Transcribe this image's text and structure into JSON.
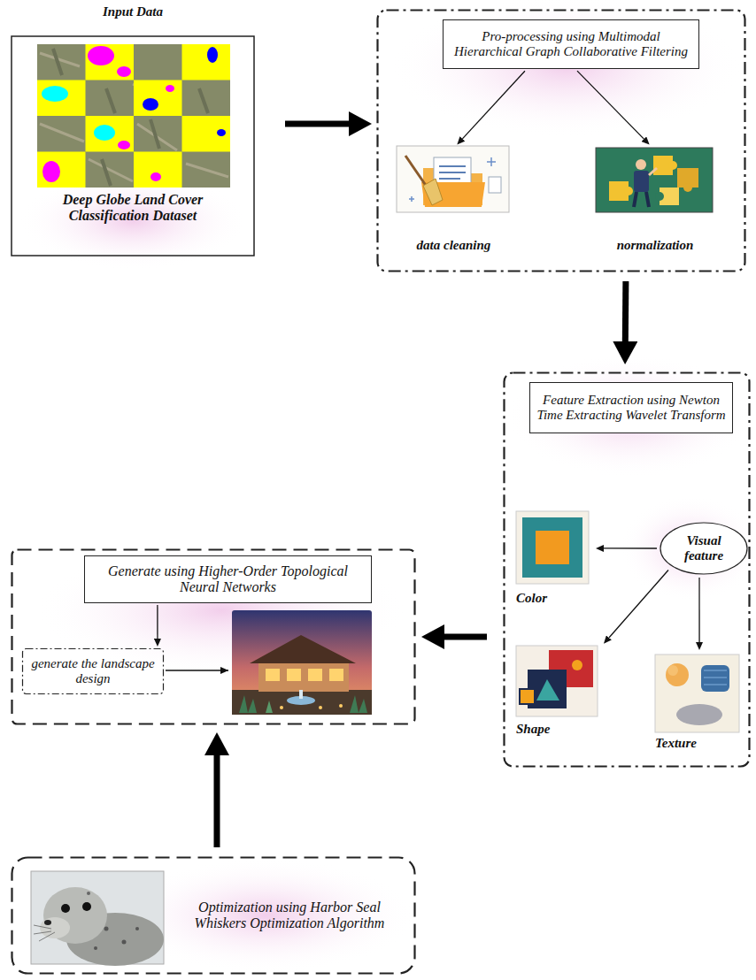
{
  "diagram": {
    "nodes": [
      {
        "text": [
          "Input Data",
          "Deep Globe Land Cover Classification Dataset"
        ]
      },
      {
        "text": []
      },
      {
        "text": [
          "Pro-processing using Multimodal Hierarchical Graph Collaborative Filtering"
        ],
        "in": 1
      },
      {
        "text": [
          "data cleaning"
        ],
        "in": 1
      },
      {
        "text": [
          "normalization"
        ],
        "in": 1
      },
      {
        "text": []
      },
      {
        "text": [
          "Feature Extraction using Newton Time Extracting Wavelet Transform"
        ],
        "in": 5
      },
      {
        "text": [
          "Visual feature"
        ],
        "in": 5
      },
      {
        "text": [
          "Color"
        ],
        "in": 5
      },
      {
        "text": [
          "Shape"
        ],
        "in": 5
      },
      {
        "text": [
          "Texture"
        ],
        "in": 5
      },
      {
        "text": []
      },
      {
        "text": [
          "Generate using Higher-Order Topological Neural Networks"
        ],
        "in": 11
      },
      {
        "text": [
          "generate the landscape design"
        ],
        "in": 11
      },
      {
        "text": [
          "Optimization using Harbor Seal Whiskers Optimization Algorithm"
        ]
      }
    ],
    "edges": [
      {
        "from": 0,
        "to": 1,
        "arrow": "to"
      },
      {
        "from": 2,
        "to": 3,
        "arrow": "to"
      },
      {
        "from": 2,
        "to": 4,
        "arrow": "to"
      },
      {
        "from": 1,
        "to": 5,
        "arrow": "to"
      },
      {
        "from": 7,
        "to": 8,
        "arrow": "to"
      },
      {
        "from": 7,
        "to": 9,
        "arrow": "to"
      },
      {
        "from": 7,
        "to": 10,
        "arrow": "to"
      },
      {
        "from": 5,
        "to": 11,
        "arrow": "to"
      },
      {
        "from": 12,
        "to": 13,
        "arrow": "to"
      },
      {
        "from": 14,
        "to": 11,
        "arrow": "to"
      }
    ]
  }
}
